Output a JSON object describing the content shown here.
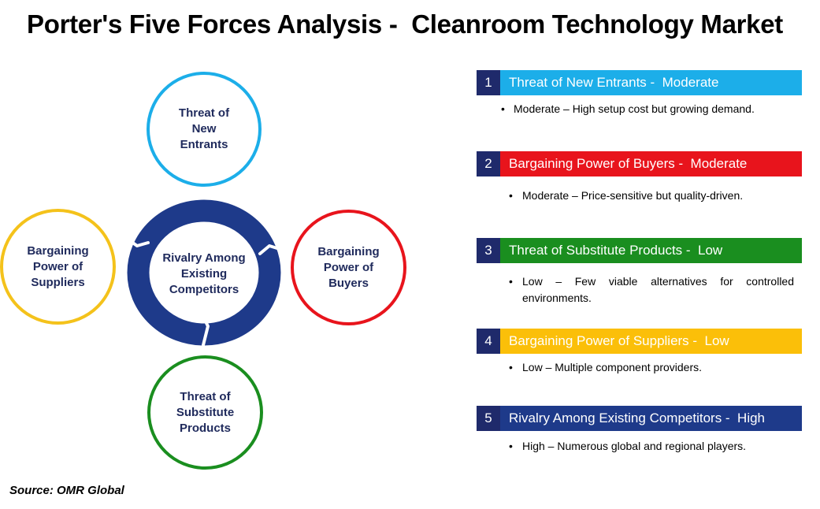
{
  "title": "Porter's Five Forces Analysis -  Cleanroom Technology Market",
  "source": "Source: OMR Global",
  "diagram": {
    "center": {
      "lines": [
        "Rivalry Among",
        "Existing",
        "Competitors"
      ],
      "color": "#1e3a8a"
    },
    "entrants": {
      "lines": [
        "Threat of",
        "New",
        "Entrants"
      ],
      "color": "#1caee9"
    },
    "suppliers": {
      "lines": [
        "Bargaining",
        "Power of",
        "Suppliers"
      ],
      "color": "#f4c21b"
    },
    "buyers": {
      "lines": [
        "Bargaining",
        "Power of",
        "Buyers"
      ],
      "color": "#e8141c"
    },
    "substitutes": {
      "lines": [
        "Threat of",
        "Substitute",
        "Products"
      ],
      "color": "#1a8e1f"
    }
  },
  "forces": [
    {
      "num": "1",
      "name": "Threat of New Entrants -  Moderate",
      "color": "#1caee9",
      "bullet": "•",
      "desc_lines": [
        "Moderate – High setup cost but growing demand."
      ]
    },
    {
      "num": "2",
      "name": "Bargaining Power of Buyers -  Moderate",
      "color": "#e8141c",
      "bullet": "•",
      "desc_lines": [
        "Moderate – Price-sensitive but quality-driven."
      ]
    },
    {
      "num": "3",
      "name": "Threat of Substitute Products -  Low",
      "color": "#1a8e1f",
      "bullet": "•",
      "desc_lines": [
        "Low – Few viable alternatives for controlled",
        "environments."
      ]
    },
    {
      "num": "4",
      "name": "Bargaining Power of Suppliers -  Low",
      "color": "#fbbf09",
      "bullet": "•",
      "desc_lines": [
        "Low – Multiple component providers."
      ]
    },
    {
      "num": "5",
      "name": "Rivalry Among Existing Competitors -  High",
      "color": "#1e3a8a",
      "bullet": "•",
      "desc_lines": [
        "High – Numerous global and regional players."
      ]
    }
  ],
  "colors": {
    "number_box": "#1f2a6b",
    "label_text": "#1f2a5c"
  }
}
